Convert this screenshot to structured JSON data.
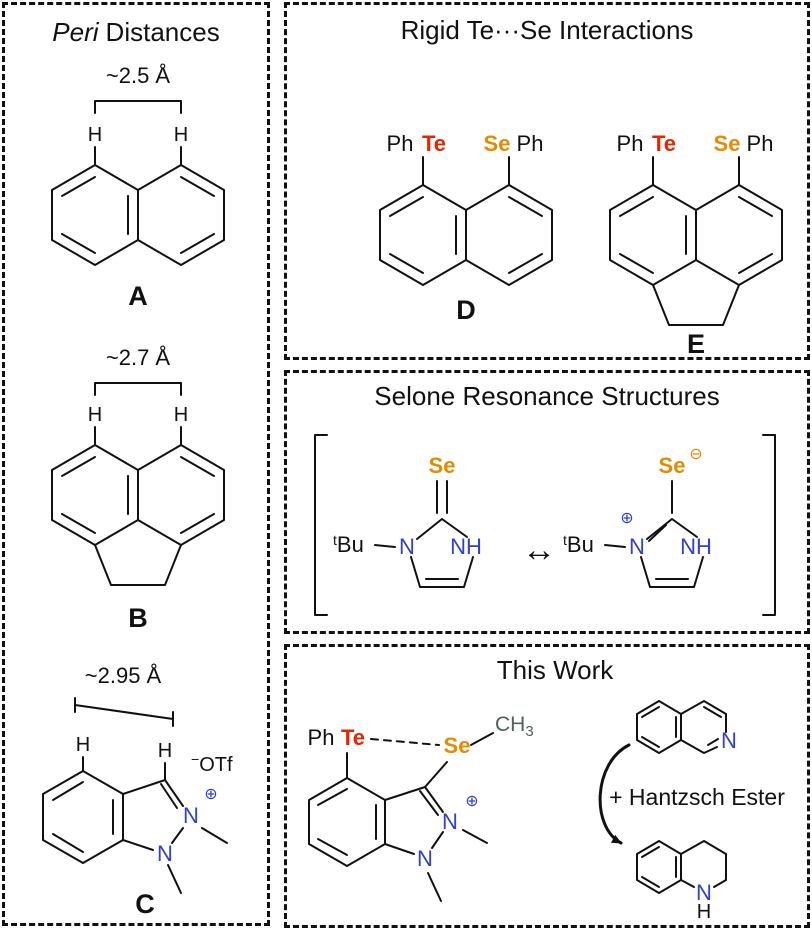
{
  "colors": {
    "te": "#e82300",
    "se": "#e68a00",
    "n": "#3340cc",
    "ch3": "#50605a"
  },
  "atoms": {
    "h": "H",
    "n": "N",
    "nh": "NH",
    "te": "Te",
    "se": "Se",
    "ph": "Ph",
    "plus": "⊕",
    "minus": "⊖",
    "tbu_sup": "t",
    "tbu_base": "Bu",
    "ch": "CH",
    "ch_sub": "3",
    "otf_sup": "−",
    "otf": "OTf"
  },
  "peri_panel": {
    "title_italic": "Peri",
    "title_rest": "Distances",
    "a": {
      "distance": "~2.5 Å",
      "label": "A"
    },
    "b": {
      "distance": "~2.7 Å",
      "label": "B"
    },
    "c": {
      "distance": "~2.95 Å",
      "label": "C"
    }
  },
  "rigid_panel": {
    "title": "Rigid Te···Se Interactions",
    "d_label": "D",
    "e_label": "E"
  },
  "selone_panel": {
    "title": "Selone Resonance Structures",
    "arrow": "↔"
  },
  "thiswork_panel": {
    "title": "This Work",
    "hantzsch": "+ Hantzsch Ester"
  }
}
